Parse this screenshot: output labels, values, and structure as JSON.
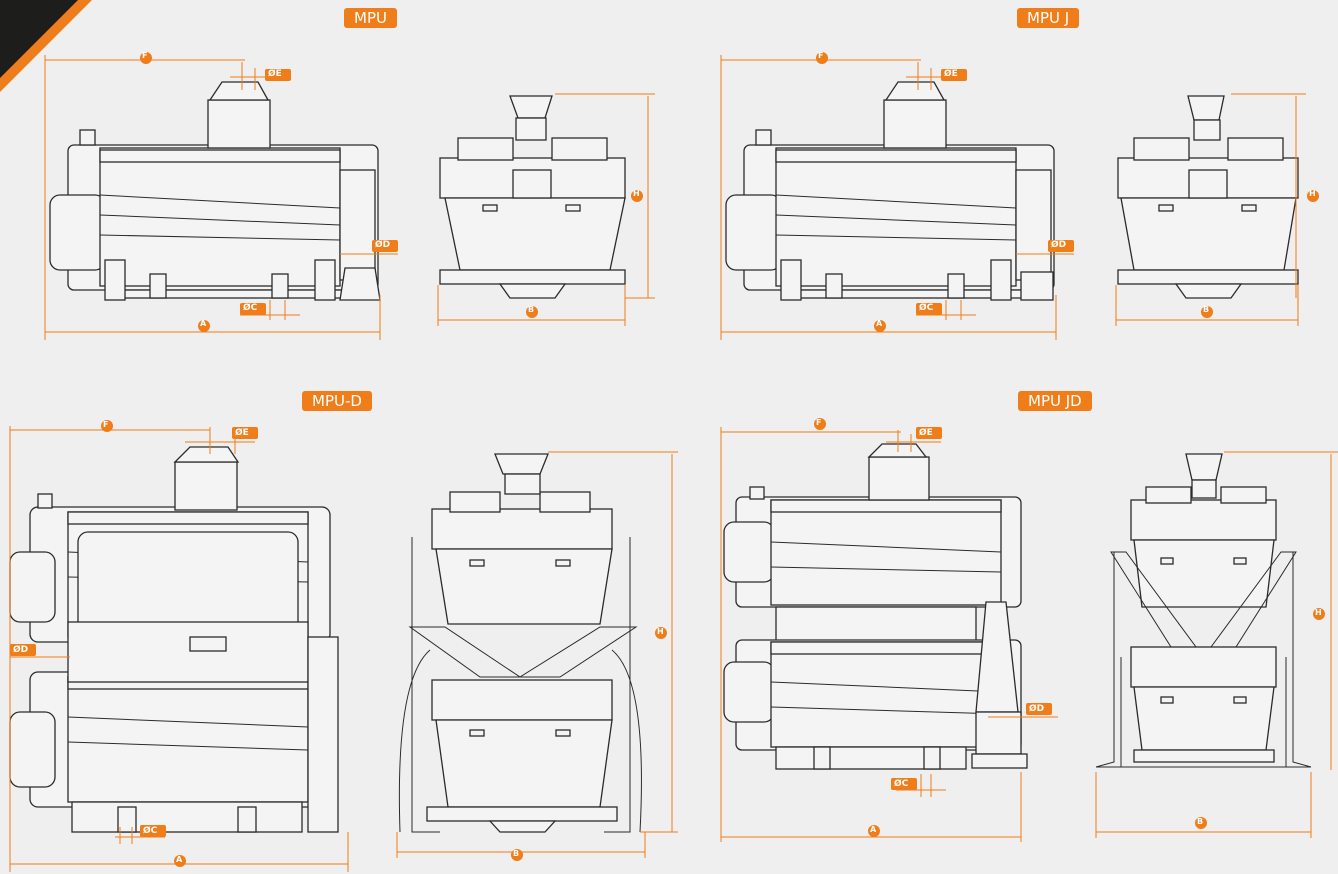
{
  "models": [
    {
      "id": "mpu",
      "title": "MPU"
    },
    {
      "id": "mpuj",
      "title": "MPU J"
    },
    {
      "id": "mpud",
      "title": "MPU-D"
    },
    {
      "id": "mpujd",
      "title": "MPU JD"
    }
  ],
  "dimension_labels": {
    "A": "A",
    "B": "B",
    "C": "ØC",
    "D": "ØD",
    "E": "ØE",
    "F": "F",
    "H": "H"
  },
  "colors": {
    "accent": "#ef7d1a",
    "line": "#2b2b2b",
    "background": "#efefef",
    "corner": "#1d1d1b"
  }
}
